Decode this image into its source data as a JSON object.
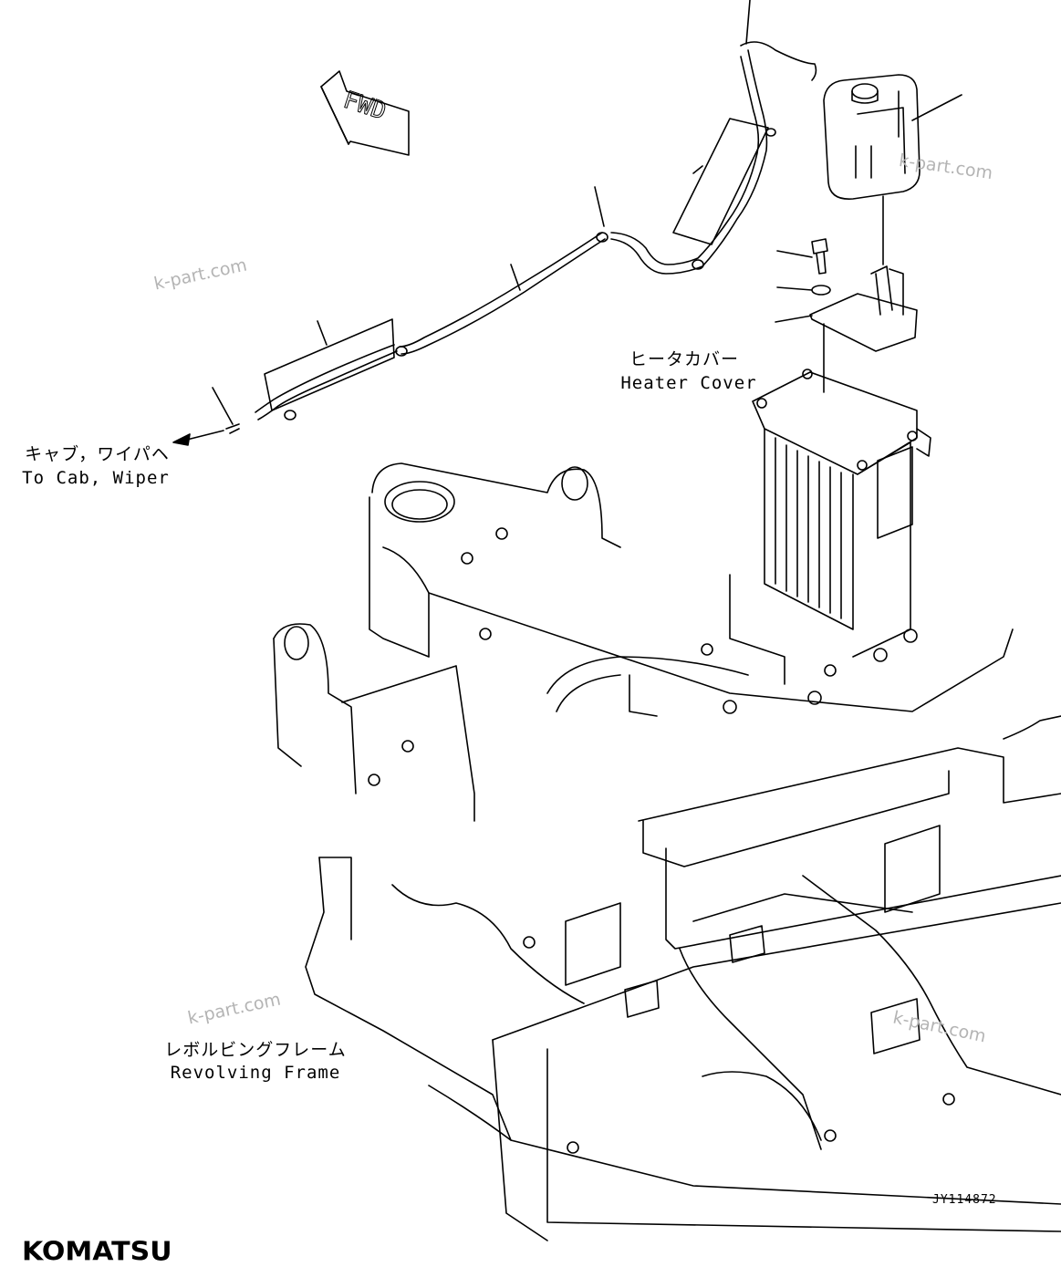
{
  "labels": {
    "to_cab_jp": "キャブ，ワイパヘ",
    "to_cab_en": "To Cab, Wiper",
    "heater_cover_jp": "ヒータカバー",
    "heater_cover_en": "Heater Cover",
    "revolving_frame_jp": "レボルビングフレーム",
    "revolving_frame_en": "Revolving Frame",
    "fwd_arrow": "FWD"
  },
  "watermark": "k-part.com",
  "drawing_code": "JY114872",
  "brand": "KOMATSU",
  "colors": {
    "line": "#000000",
    "watermark": "#b4b4b4"
  }
}
